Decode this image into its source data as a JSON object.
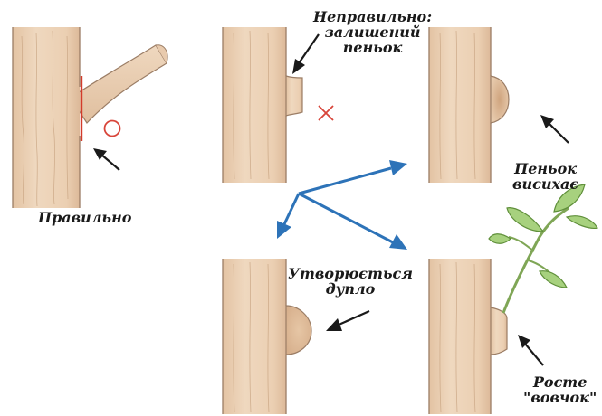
{
  "labels": {
    "correct": "Правильно",
    "wrong_line1": "Неправильно:",
    "wrong_line2": "залишений",
    "wrong_line3": "пеньок",
    "dries_line1": "Пеньок",
    "dries_line2": "висихає",
    "hollow_line1": "Утворюється",
    "hollow_line2": "дупло",
    "sprout_line1": "Росте",
    "sprout_line2": "\"вовчок\""
  },
  "marks": {
    "correct_symbol": "circle",
    "wrong_symbol": "cross"
  },
  "colors": {
    "bark": "#ecd2b6",
    "bark_edge": "#9b7d65",
    "cut_line": "#d33b2b",
    "mark_red": "#d8453a",
    "arrow_blue": "#2d73b8",
    "leaf_green": "#a7d17e",
    "text": "#1a1a1a"
  }
}
